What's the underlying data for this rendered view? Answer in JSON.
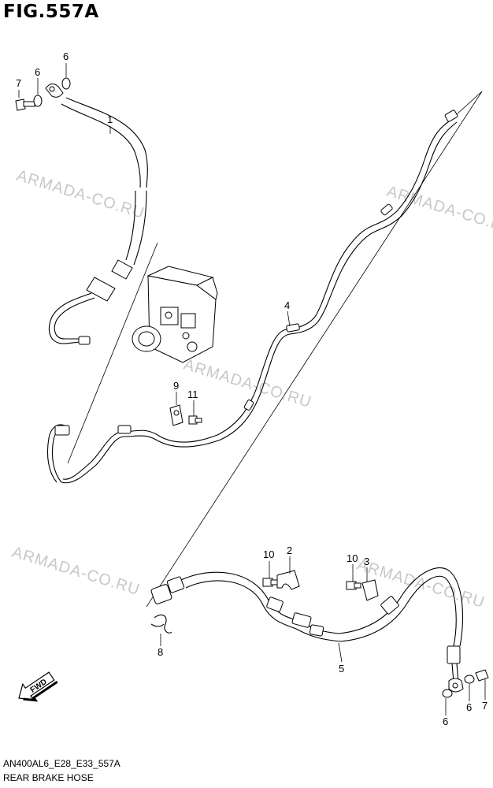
{
  "figure": {
    "title": "FIG.557A",
    "code": "AN400AL6_E28_E33_557A",
    "caption": "REAR BRAKE HOSE"
  },
  "watermark": "ARMADA-CO.RU",
  "callouts": {
    "c1": "1",
    "c2": "2",
    "c3": "3",
    "c4": "4",
    "c5": "5",
    "c6a": "6",
    "c6b": "6",
    "c6c": "6",
    "c6d": "6",
    "c7a": "7",
    "c7b": "7",
    "c8": "8",
    "c9": "9",
    "c10a": "10",
    "c10b": "10",
    "c11": "11"
  },
  "fwd_label": "FWD",
  "icons": [
    "fwd-arrow-icon"
  ]
}
